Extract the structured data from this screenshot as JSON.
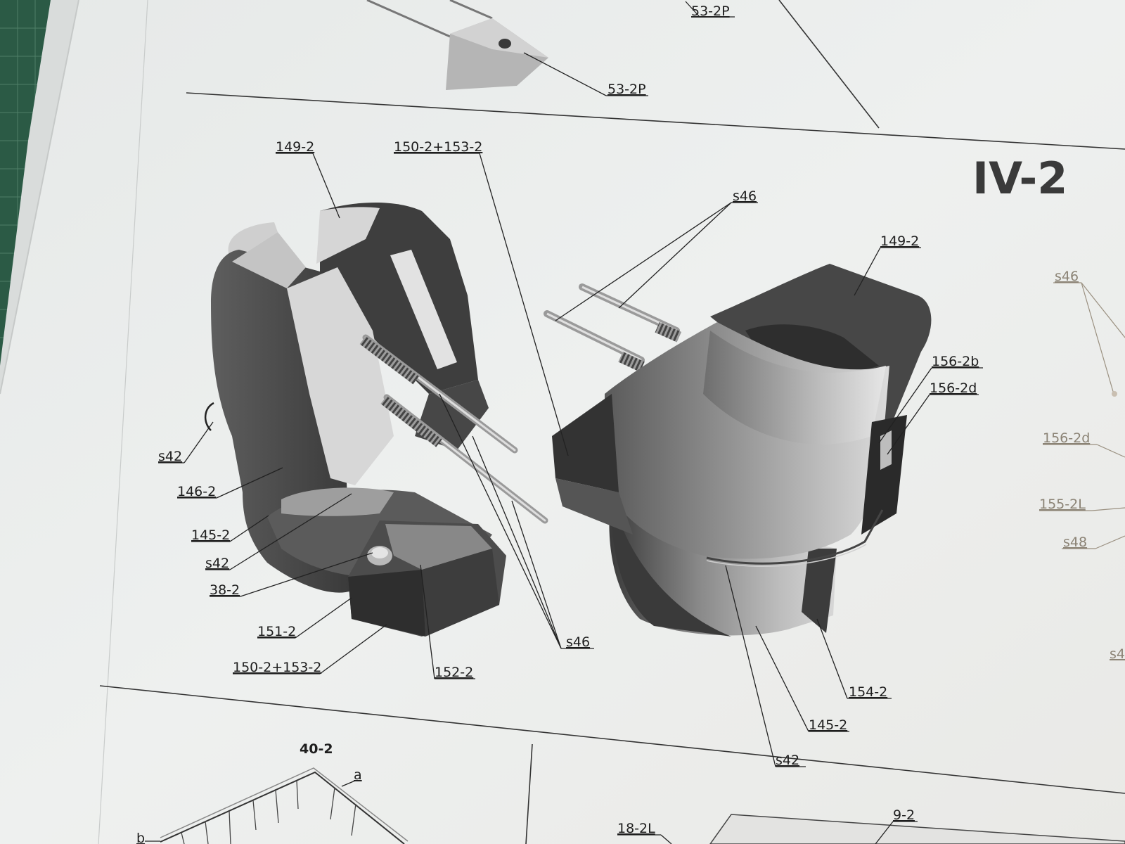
{
  "page": {
    "section_title": "IV-2",
    "sub_title": "40-2",
    "colors": {
      "mat": "#2b5a45",
      "paper": "#eceeed",
      "ink": "#1e1e1e",
      "faint_ink": "#8b8375"
    }
  },
  "labels": {
    "top_53a": "53-2P",
    "top_53b": "53-2P",
    "l_149": "149-2",
    "l_150_top": "150-2+153-2",
    "l_s42_a": "s42",
    "l_146": "146-2",
    "l_145_a": "145-2",
    "l_s42_b": "s42",
    "l_38": "38-2",
    "l_151": "151-2",
    "l_150_bot": "150-2+153-2",
    "l_152": "152-2",
    "l_s46_bot": "s46",
    "r_s46_top": "s46",
    "r_149": "149-2",
    "r_156b": "156-2b",
    "r_156d": "156-2d",
    "r_154": "154-2",
    "r_145": "145-2",
    "r_s42": "s42",
    "e_s46": "s46",
    "e_156d": "156-2d",
    "e_155": "155-2L",
    "e_s48": "s48",
    "e_s4": "s4",
    "b_a": "a",
    "b_b": "b",
    "b_18": "18-2L",
    "b_9": "9-2"
  }
}
